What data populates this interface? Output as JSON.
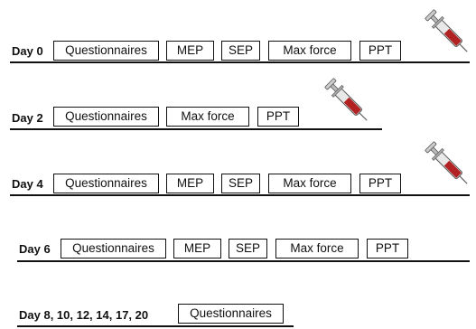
{
  "rows": [
    {
      "day_label": "Day 0",
      "tasks": [
        "Questionnaires",
        "MEP",
        "SEP",
        "Max force",
        "PPT"
      ],
      "injection": true
    },
    {
      "day_label": "Day 2",
      "tasks": [
        "Questionnaires",
        "Max force",
        "PPT"
      ],
      "injection": true
    },
    {
      "day_label": "Day 4",
      "tasks": [
        "Questionnaires",
        "MEP",
        "SEP",
        "Max force",
        "PPT"
      ],
      "injection": true
    },
    {
      "day_label": "Day 6",
      "tasks": [
        "Questionnaires",
        "MEP",
        "SEP",
        "Max force",
        "PPT"
      ],
      "injection": false
    },
    {
      "day_label": "Day 8, 10, 12, 14, 17, 20",
      "tasks": [
        "Questionnaires"
      ],
      "injection": false
    }
  ],
  "colors": {
    "line": "#111111",
    "syringe_fluid": "#b22222",
    "syringe_barrel": "#e8e8e8"
  }
}
